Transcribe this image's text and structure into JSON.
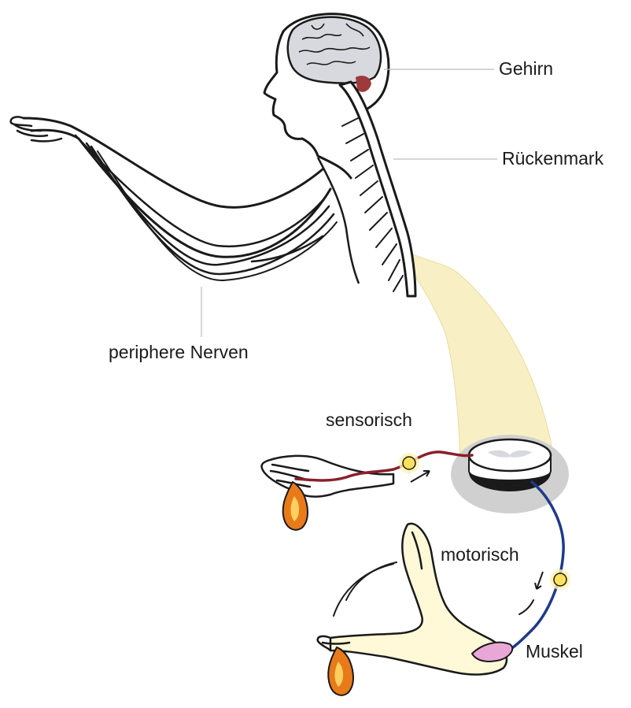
{
  "labels": {
    "brain": "Gehirn",
    "spinal_cord": "Rückenmark",
    "peripheral_nerves": "periphere Nerven",
    "sensory": "sensorisch",
    "motor": "motorisch",
    "muscle": "Muskel"
  },
  "colors": {
    "outline": "#1a1a1a",
    "leader_line": "#bdbdbd",
    "brain_fill": "#d8d8df",
    "brain_red": "#9e3a3a",
    "spinal_cord_fill": "#ffffff",
    "skin_fill": "#fff9d8",
    "callout_beam": "#f8f0c4",
    "callout_shadow": "#d0d0d0",
    "sensory_nerve": "#8a1f2a",
    "motor_nerve": "#1f3a8a",
    "synapse": "#ffe25a",
    "flame_outer": "#e87a1a",
    "flame_inner": "#ffd060",
    "muscle_fill": "#e9a7d8"
  }
}
